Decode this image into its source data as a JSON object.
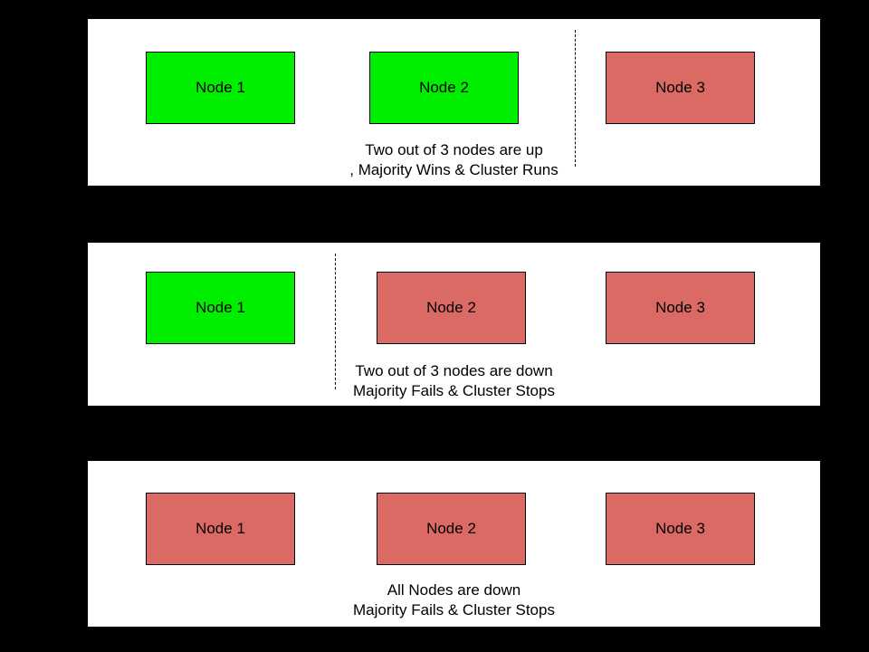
{
  "colors": {
    "background": "#000000",
    "panel_background": "#ffffff",
    "node_up": "#00ee00",
    "node_down": "#db6a64",
    "node_border": "#000000",
    "text": "#000000"
  },
  "panels": [
    {
      "id": "two-nodes-up",
      "nodes": [
        {
          "label": "Node 1",
          "state": "up"
        },
        {
          "label": "Node 2",
          "state": "up"
        },
        {
          "label": "Node 3",
          "state": "down"
        }
      ],
      "divider": "between-node-2-and-node-3",
      "caption": {
        "line1": "Two out of 3 nodes are up",
        "line2": ", Majority Wins & Cluster Runs"
      }
    },
    {
      "id": "two-nodes-down",
      "nodes": [
        {
          "label": "Node 1",
          "state": "up"
        },
        {
          "label": "Node 2",
          "state": "down"
        },
        {
          "label": "Node 3",
          "state": "down"
        }
      ],
      "divider": "between-node-1-and-node-2",
      "caption": {
        "line1": "Two out of 3 nodes are down",
        "line2": "Majority Fails & Cluster Stops"
      }
    },
    {
      "id": "all-nodes-down",
      "nodes": [
        {
          "label": "Node 1",
          "state": "down"
        },
        {
          "label": "Node 2",
          "state": "down"
        },
        {
          "label": "Node 3",
          "state": "down"
        }
      ],
      "divider": null,
      "caption": {
        "line1": "All Nodes are down",
        "line2": "Majority Fails & Cluster Stops"
      }
    }
  ]
}
